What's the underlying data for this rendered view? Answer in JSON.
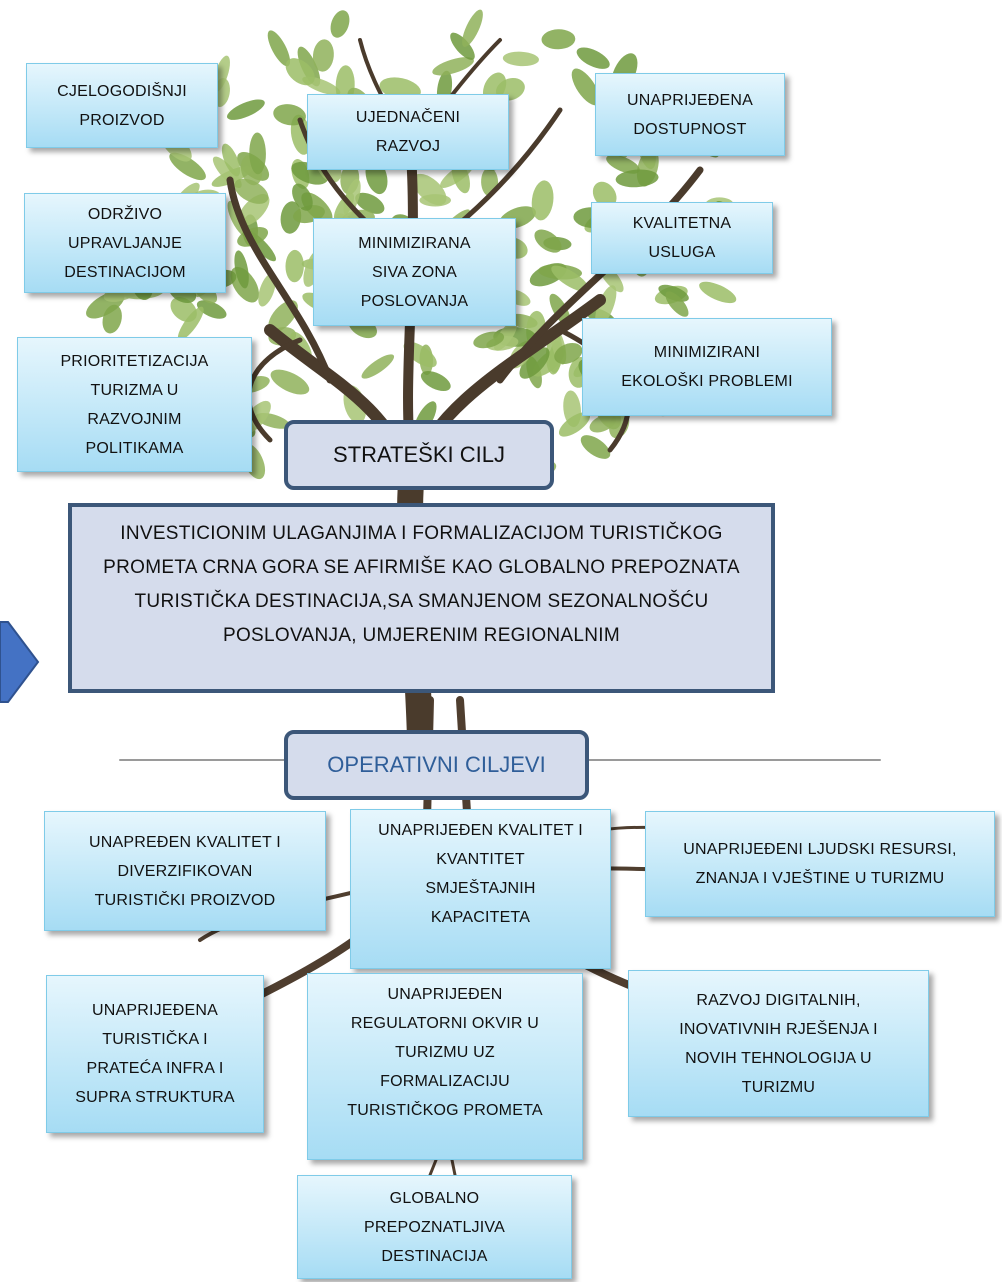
{
  "strategic_header": "STRATEŠKI CILJ",
  "strategic_goal": "INVESTICIONIM ULAGANJIMA I FORMALIZACIJOM TURISTIČKOG PROMETA CRNA GORA SE AFIRMIŠE KAO GLOBALNO PREPOZNATA TURISTIČKA DESTINACIJA,SA SMANJENOM SEZONALNOŠĆU POSLOVANJA, UMJERENIM REGIONALNIM",
  "operational_header": "OPERATIVNI CILJEVI",
  "crown_boxes": [
    "CJELOGODIŠNJI\nPROIZVOD",
    "UJEDNAČENI\nRAZVOJ",
    "UNAPRIJEĐENA\nDOSTUPNOST",
    "ODRŽIVO\nUPRAVLJANJE\nDESTINACIJOM",
    "MINIMIZIRANA\nSIVA ZONA\nPOSLOVANJA",
    "KVALITETNA\nUSLUGA",
    "PRIORITETIZACIJA\nTURIZMA U\nRAZVOJNIM\nPOLITIKAMA",
    "MINIMIZIRANI\nEKOLOŠKI PROBLEMI"
  ],
  "root_boxes": [
    "UNAPREĐEN KVALITET I\nDIVERZIFIKOVAN\nTURISTIČKI PROIZVOD",
    "UNAPRIJEĐEN KVALITET I\nKVANTITET\nSMJEŠTAJNIH\nKAPACITETA",
    "UNAPRIJEĐENI LJUDSKI RESURSI,\nZNANJA I VJEŠTINE U TURIZMU",
    "UNAPRIJEĐENA\nTURISTIČKA I\nPRATEĆA INFRA I\nSUPRA STRUKTURA",
    "UNAPRIJEĐEN\nREGULATORNI OKVIR U\nTURIZMU UZ\nFORMALIZACIJU\nTURISTIČKOG PROMETA",
    "RAZVOJ DIGITALNIH,\nINOVATIVNIH RJEŠENJA I\nNOVIH TEHNOLOGIJA U\nTURIZMU",
    "GLOBALNO\nPREPOZNATLJIVA\nDESTINACIJA"
  ],
  "colors": {
    "leaf": "#8fb25a",
    "trunk": "#4a3b2c",
    "box_border": "#3c5779",
    "box_fill": "#d5dcec",
    "ops_text": "#2f5e99",
    "arrow": "#4472c4"
  }
}
